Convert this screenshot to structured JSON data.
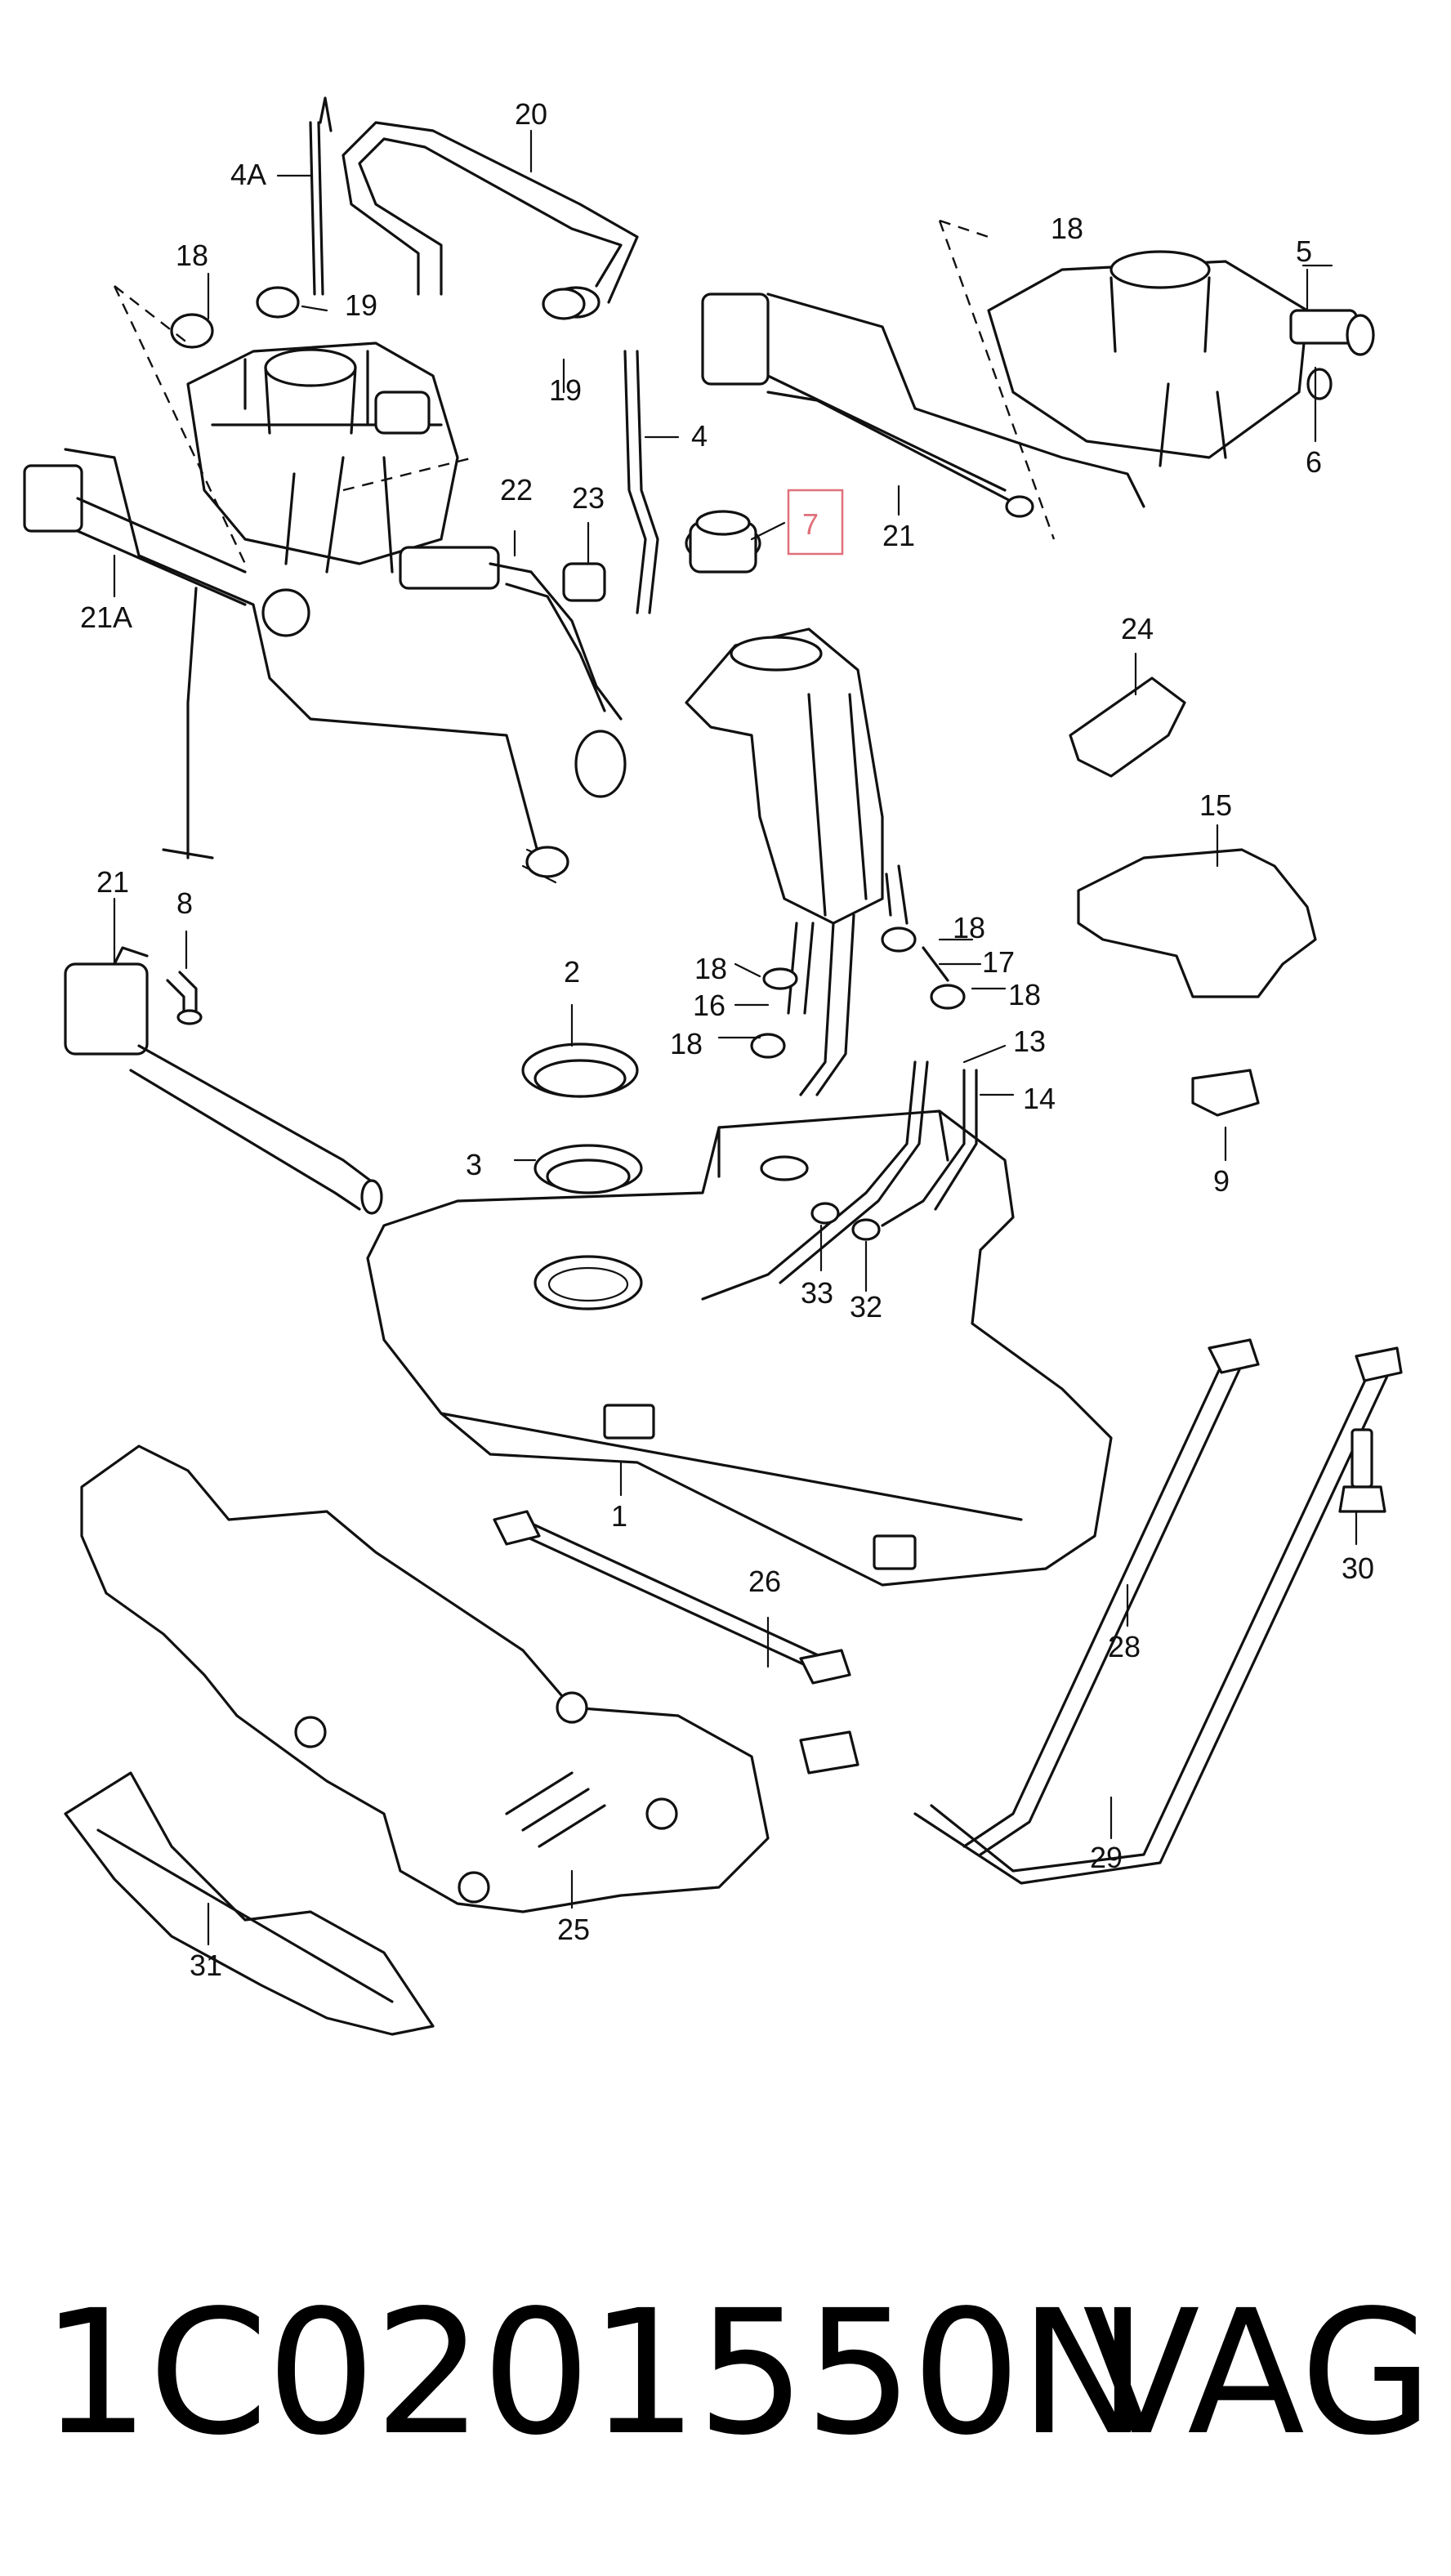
{
  "diagram": {
    "callouts": [
      "20",
      "4A",
      "18",
      "19",
      "19",
      "4",
      "5",
      "6",
      "18",
      "21",
      "22",
      "23",
      "7",
      "21A",
      "24",
      "15",
      "21",
      "8",
      "2",
      "18",
      "17",
      "18",
      "16",
      "18",
      "18",
      "13",
      "14",
      "9",
      "3",
      "33",
      "32",
      "1",
      "26",
      "30",
      "28",
      "29",
      "25",
      "31"
    ],
    "highlighted_callout": "7",
    "highlight_color": "#e0707a"
  },
  "footer": {
    "part_number": "1C0201550N",
    "brand": "VAG"
  }
}
